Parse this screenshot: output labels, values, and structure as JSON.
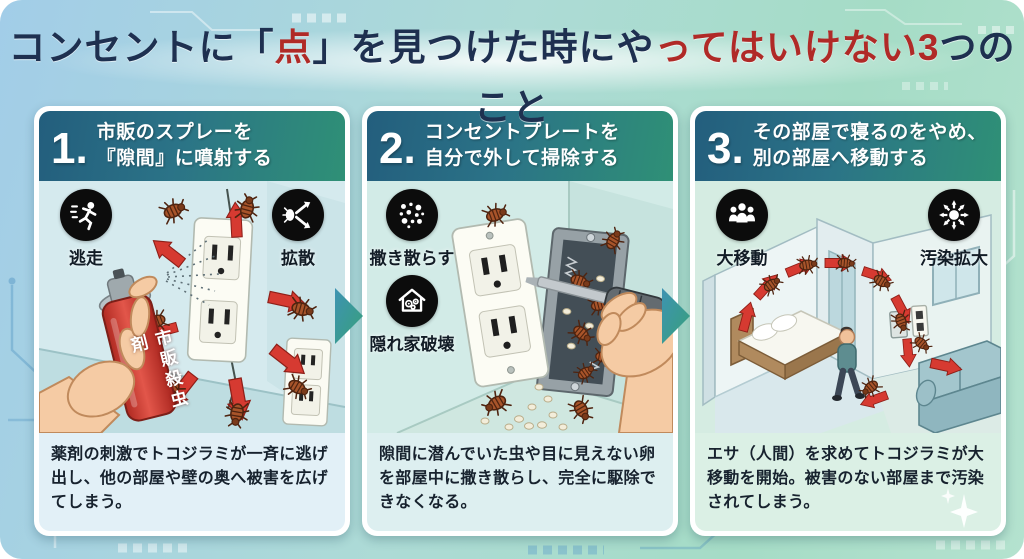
{
  "title": {
    "part1": "コンセントに「",
    "part2_red": "点",
    "part3": "」を見つけた時にや",
    "part4_red": "ってはいけない3",
    "part5": "つのこと"
  },
  "panels": [
    {
      "number": "1.",
      "heading_line1": "市販のスプレーを",
      "heading_line2": "『隙間』に噴射する",
      "badges": [
        {
          "icon": "running-escape-icon",
          "label": "逃走"
        },
        {
          "icon": "bug-spread-arrows-icon",
          "label": "拡散"
        }
      ],
      "can_label": "市販殺虫剤",
      "caption": "薬剤の刺激でトコジラミが一斉に逃げ出し、他の部屋や壁の奥へ被害を広げてしまう。"
    },
    {
      "number": "2.",
      "heading_line1": "コンセントプレートを",
      "heading_line2": "自分で外して掃除する",
      "badges": [
        {
          "icon": "scatter-dots-icon",
          "label": "撒き散らす"
        },
        {
          "icon": "hideout-destroyed-icon",
          "label": "隠れ家破壊"
        }
      ],
      "caption": "隙間に潜んでいた虫や目に見えない卵を部屋中に撒き散らし、完全に駆除できなくなる。"
    },
    {
      "number": "3.",
      "heading_line1": "その部屋で寝るのをやめ、",
      "heading_line2": "別の部屋へ移動する",
      "badges": [
        {
          "icon": "crowd-migration-icon",
          "label": "大移動"
        },
        {
          "icon": "contamination-spread-icon",
          "label": "汚染拡大"
        }
      ],
      "caption": "エサ（人間）を求めてトコジラミが大移動を開始。被害のない部屋まで汚染されてしまう。"
    }
  ],
  "colors": {
    "title_navy": "#1e3050",
    "title_red": "#b02a27",
    "header_gradient_start": "#235e7d",
    "header_gradient_end": "#2f9076",
    "arrow_red": "#d63a31",
    "spray_can_red": "#c23128",
    "background_blue": "#a2cde8",
    "background_green": "#a5dcc6"
  }
}
